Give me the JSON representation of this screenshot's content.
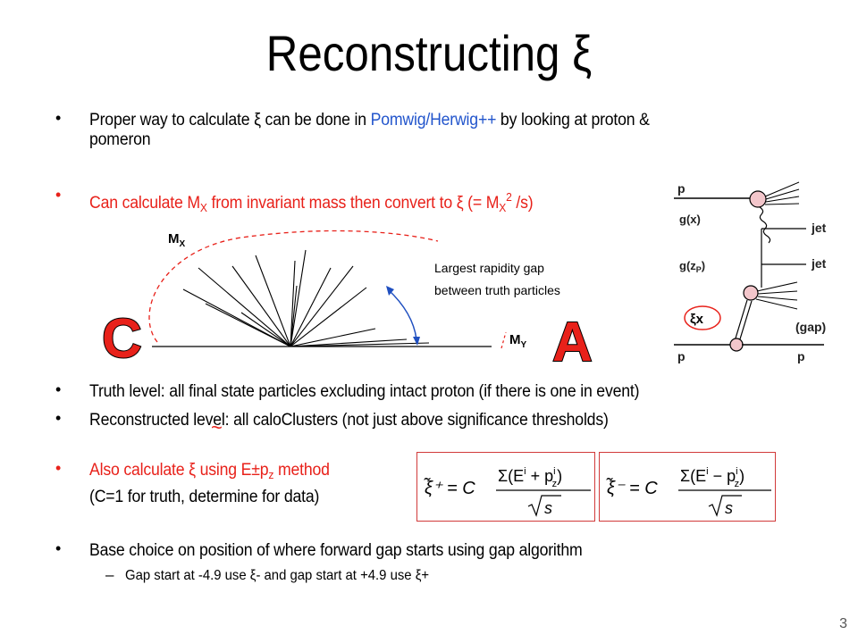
{
  "title": "Reconstructing ξ",
  "bullets": {
    "b1_part1": "Proper way to calculate ξ can be done in ",
    "b1_link": "Pomwig/Herwig++",
    "b1_part2": " by looking at proton &",
    "b1_line2": "pomeron",
    "b2_part1": "Can calculate M",
    "b2_sub1": "X",
    "b2_part2": " from invariant mass then convert to ξ (= M",
    "b2_sub2": "X",
    "b2_sup": "2",
    "b2_part3": " /s)",
    "b3": "Truth level: all final state particles excluding intact proton (if there is one in event)",
    "b4": "Reconstructed level: all caloClusters (not just above significance thresholds)",
    "b5_part1": "Also calculate ξ  using E±p",
    "b5_sub": "z",
    "b5_part2": " method",
    "b5_line2": "(C=1 for truth, determine for data)",
    "b6": "Base choice on position of where forward gap starts using gap algorithm",
    "sub1": "Gap start at -4.9 use ξ- and gap start at +4.9 use ξ+"
  },
  "diagram_left": {
    "mx_label": "M",
    "mx_sub": "X",
    "my_label": "M",
    "my_sub": "Y",
    "gap_label_line1": "Largest rapidity gap",
    "gap_label_line2": "between truth particles",
    "side_c": "C",
    "side_a": "A",
    "tilde": "~"
  },
  "feynman": {
    "p_top": "p",
    "gx": "g(x)",
    "jet1": "jet",
    "gzp": "g(z",
    "gzp_sub": "P",
    "gzp_close": ")",
    "jet2": "jet",
    "xi_x": "ξx",
    "gap": "(gap)",
    "p_bottom_left": "p",
    "p_bottom_right": "p"
  },
  "formulas": {
    "plus_lhs": "ξ̃⁺ = C",
    "minus_lhs": "ξ̃⁻ = C",
    "plus_num": "Σ(E",
    "plus_num_mid": " + p",
    "minus_num_mid": " − p",
    "num_sup_i": "i",
    "num_sub_z": "z",
    "num_close": ")",
    "den": "s"
  },
  "page_number": "3",
  "colors": {
    "accent_red": "#e8211a",
    "link_blue": "#2255cc",
    "box_red": "#d13a3a",
    "arrow_blue": "#1f4fc0",
    "feyn_pink": "#e89aa0"
  }
}
